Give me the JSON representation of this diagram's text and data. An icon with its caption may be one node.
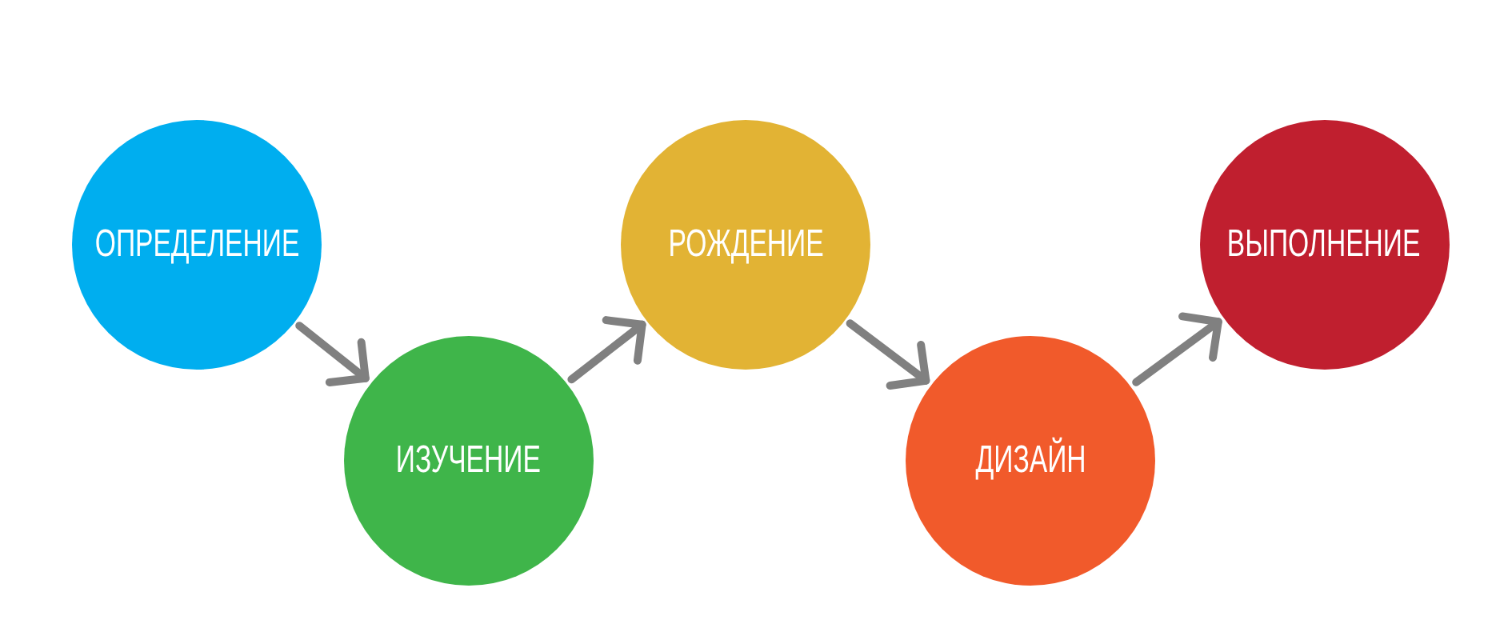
{
  "diagram": {
    "nodes": [
      {
        "text": [
          "ОПРЕДЕЛЕНИЕ"
        ]
      },
      {
        "text": [
          "ИЗУЧЕНИЕ"
        ]
      },
      {
        "text": [
          "РОЖДЕНИЕ"
        ]
      },
      {
        "text": [
          "ДИЗАЙН"
        ]
      },
      {
        "text": [
          "ВЫПОЛНЕНИЕ"
        ]
      }
    ],
    "edges": [
      {
        "from": 0,
        "to": 1,
        "arrow": "to"
      },
      {
        "from": 1,
        "to": 2,
        "arrow": "to"
      },
      {
        "from": 2,
        "to": 3,
        "arrow": "to"
      },
      {
        "from": 3,
        "to": 4,
        "arrow": "to"
      }
    ]
  }
}
